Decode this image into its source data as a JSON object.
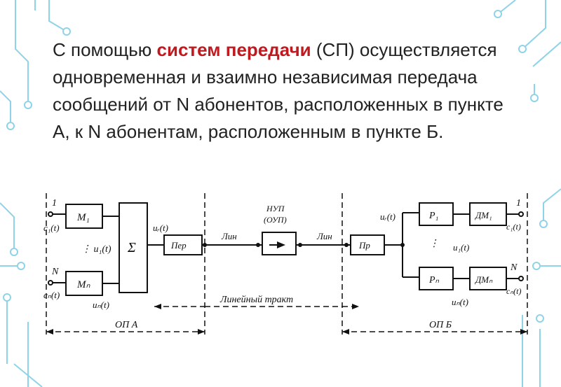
{
  "slide": {
    "text_before": "С помощью ",
    "text_highlight": "систем передачи",
    "text_after": " (СП) осуществляется одновременная и взаимно независимая передача сообщений от N абонентов, расположенных в пункте А, к N абонентам, расположенным в пункте Б.",
    "highlight_color": "#c0191f",
    "decor_color": "#8fd3e8"
  },
  "diagram": {
    "ch1_num": "1",
    "chN_num": "N",
    "c1": "c₁(t)",
    "cN": "cₙ(t)",
    "M1": "M₁",
    "MN": "Mₙ",
    "dots_u1": "⋮ u₁(t)",
    "sigma": "Σ",
    "uN": "uₙ(t)",
    "ur_left": "uᵣ(t)",
    "per": "Пер",
    "lin_left": "Лин",
    "nup_1": "НУП",
    "nup_2": "(ОУП)",
    "lin_right": "Лин",
    "pr": "Пр",
    "ur_right": "uᵣ(t)",
    "P1": "P₁",
    "PN": "Pₙ",
    "u1_right": "u₁(t)",
    "uN_right": "uₙ(t)",
    "DM1": "ДМ₁",
    "DMN": "ДМₙ",
    "out1_num": "1",
    "outN_num": "N",
    "out_c1": "c₁(t)",
    "out_cN": "cₙ(t)",
    "tract": "Линейный тракт",
    "opA": "ОП А",
    "opB": "ОП Б"
  }
}
